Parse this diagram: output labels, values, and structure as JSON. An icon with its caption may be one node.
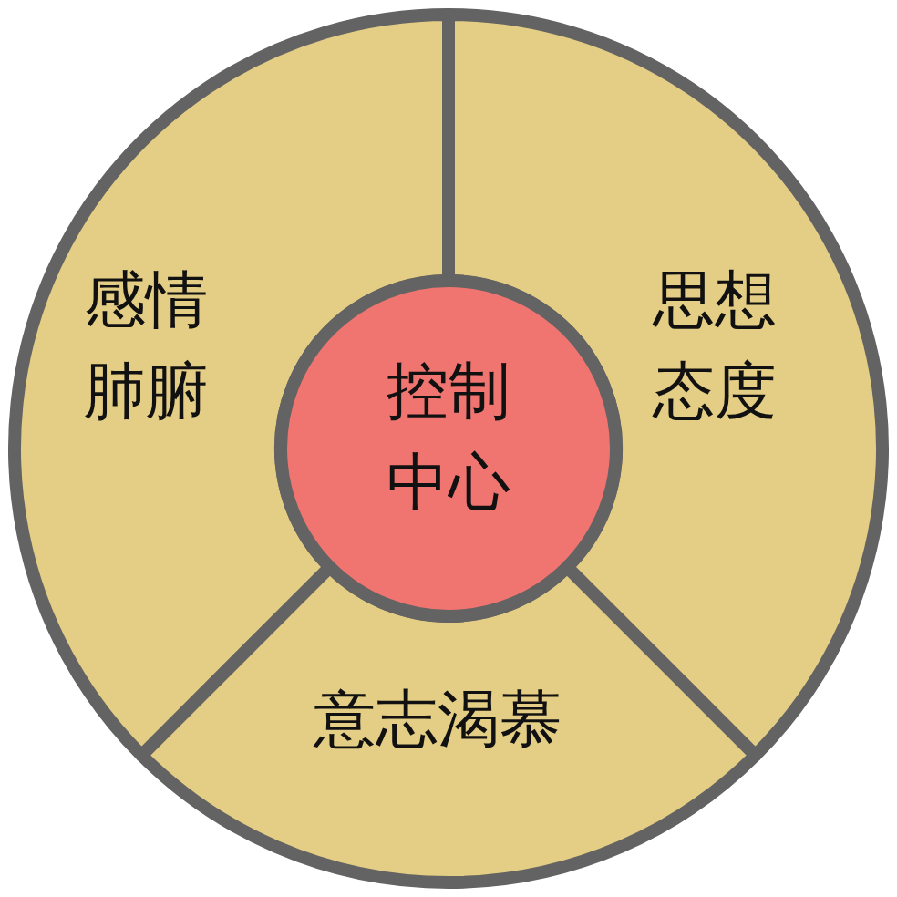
{
  "diagram": {
    "nodes": [
      {
        "text": [
          "感情肺腑"
        ]
      },
      {
        "text": [
          "思想态度"
        ]
      },
      {
        "text": [
          "意志渴慕"
        ]
      },
      {
        "text": [
          "控制中心"
        ]
      }
    ],
    "edges": []
  }
}
